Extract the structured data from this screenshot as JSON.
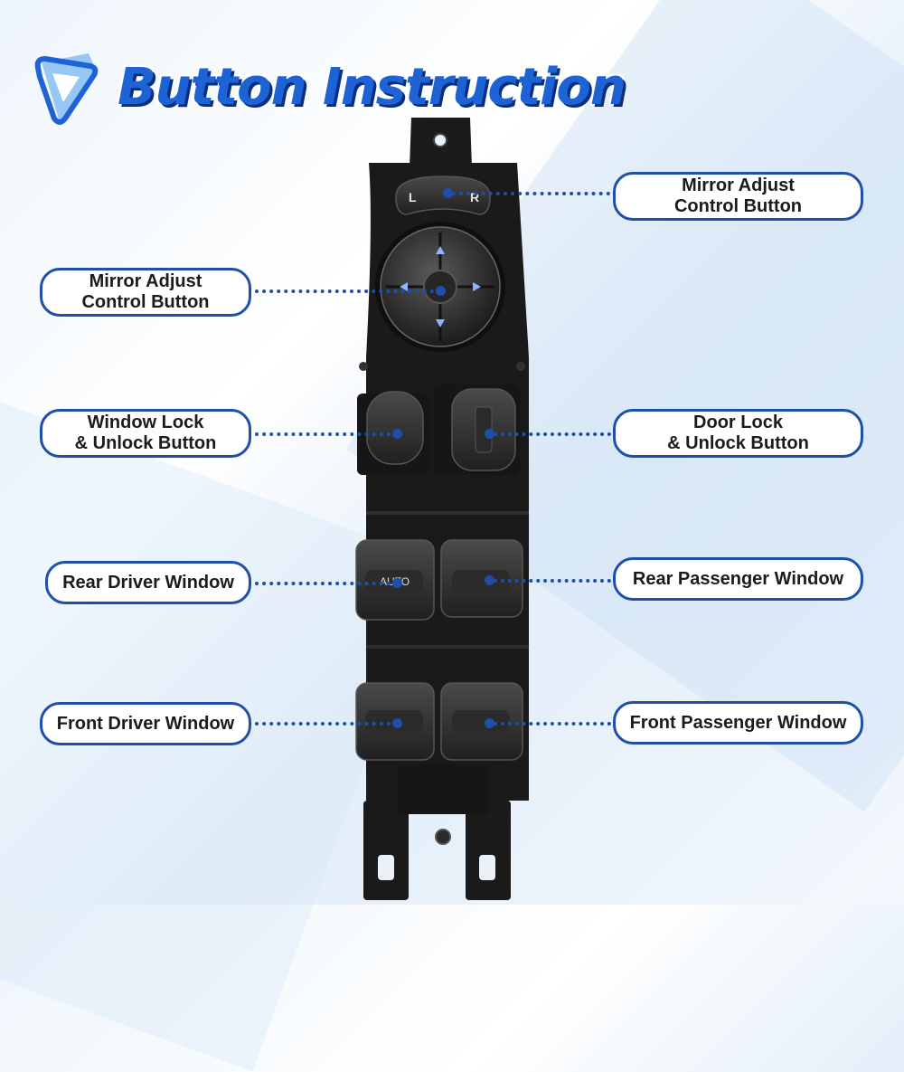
{
  "title": "Button Instruction",
  "colors": {
    "accent": "#1f4fa8",
    "title": "#1e63d6",
    "device": "#1a1a1a"
  },
  "icons": {
    "logo": "play-triangle-icon"
  },
  "device": {
    "mirror_selector_left": "L",
    "mirror_selector_right": "R",
    "auto_label": "AUTO"
  },
  "labels": {
    "mirror_selector": "Mirror Adjust\nControl Button",
    "mirror_adjust": "Mirror Adjust\nControl Button",
    "window_lock": "Window Lock\n& Unlock Button",
    "door_lock": "Door Lock\n& Unlock Button",
    "rear_driver": "Rear Driver Window",
    "rear_passenger": "Rear Passenger Window",
    "front_driver": "Front Driver Window",
    "front_passenger": "Front Passenger Window"
  }
}
